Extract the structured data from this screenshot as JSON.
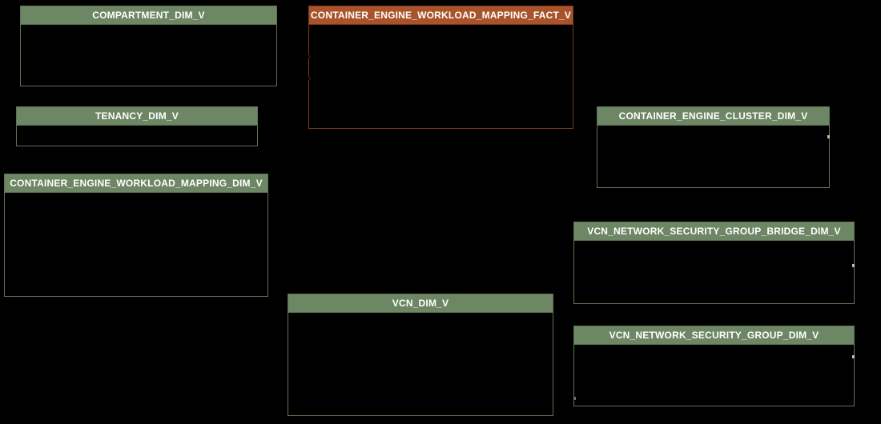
{
  "diagram": {
    "kind": "database-schema-er-diagram",
    "colors": {
      "background": "#000000",
      "dimension_header": "#6d8663",
      "dimension_border": "#5d7354",
      "fact_header": "#a9532a",
      "fact_border": "#7e3c1e",
      "header_text": "#ffffff"
    },
    "entities": [
      {
        "name": "COMPARTMENT_DIM_V",
        "type": "dim"
      },
      {
        "name": "CONTAINER_ENGINE_WORKLOAD_MAPPING_FACT_V",
        "type": "fact"
      },
      {
        "name": "TENANCY_DIM_V",
        "type": "dim"
      },
      {
        "name": "CONTAINER_ENGINE_CLUSTER_DIM_V",
        "type": "dim"
      },
      {
        "name": "CONTAINER_ENGINE_WORKLOAD_MAPPING_DIM_V",
        "type": "dim"
      },
      {
        "name": "VCN_NETWORK_SECURITY_GROUP_BRIDGE_DIM_V",
        "type": "dim"
      },
      {
        "name": "VCN_DIM_V",
        "type": "dim"
      },
      {
        "name": "VCN_NETWORK_SECURITY_GROUP_DIM_V",
        "type": "dim"
      }
    ]
  }
}
